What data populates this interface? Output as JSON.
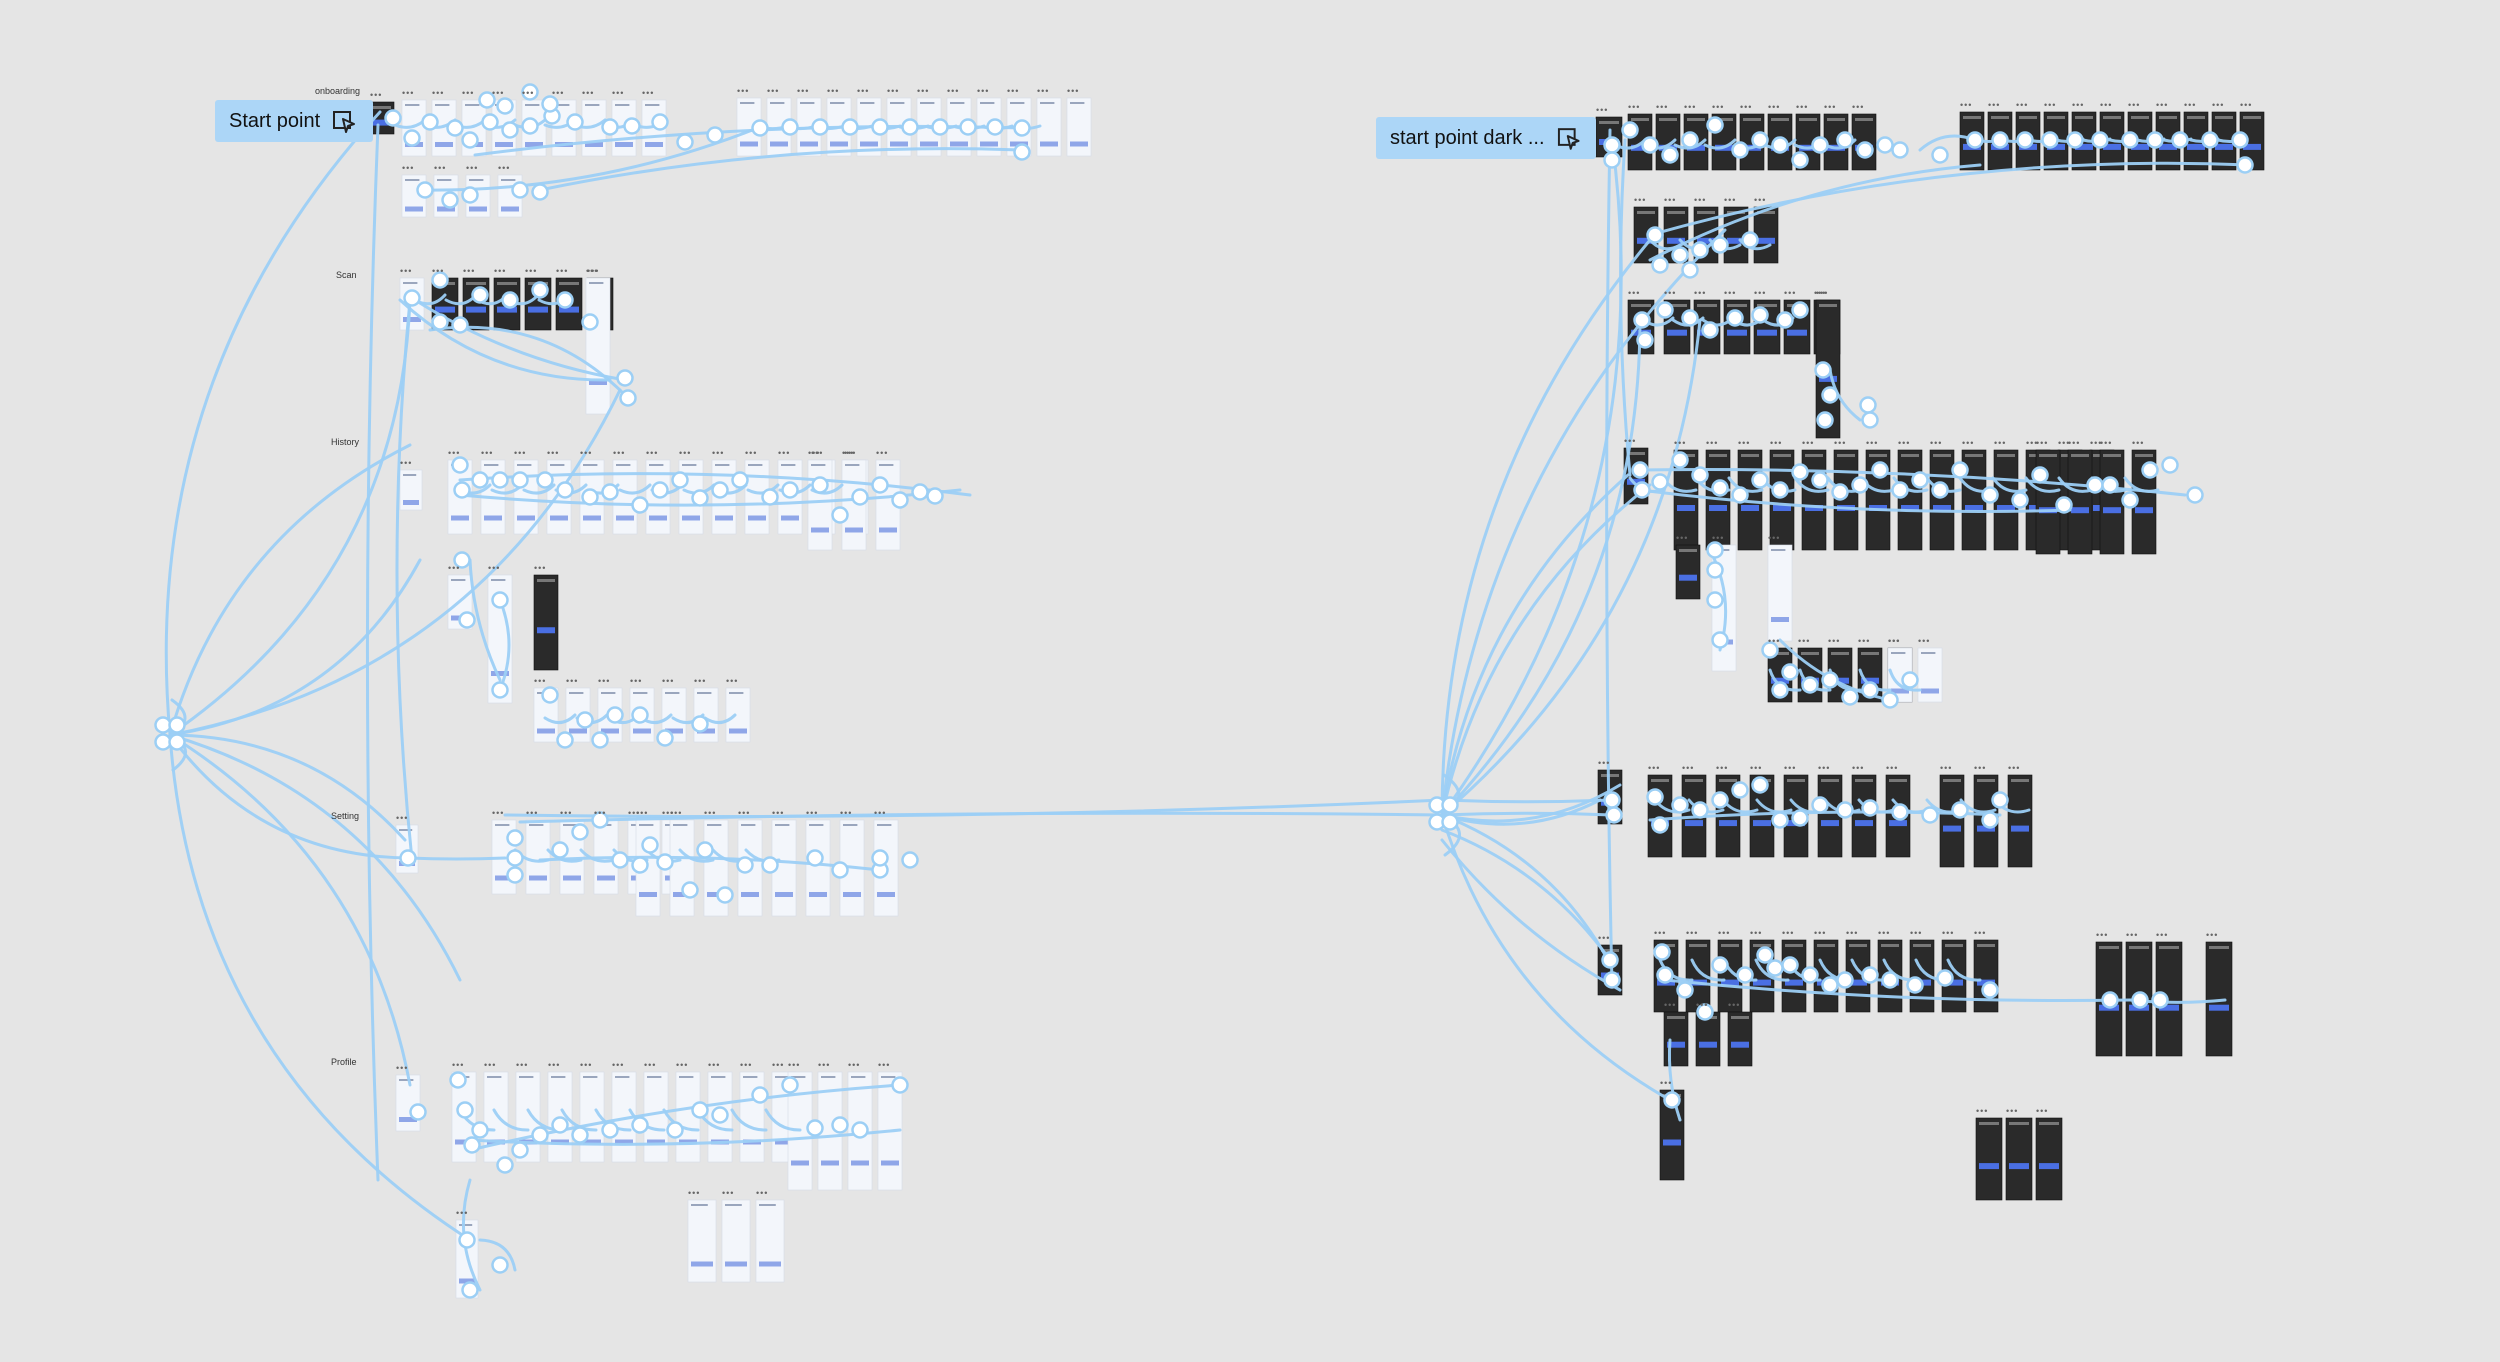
{
  "canvas": {
    "background": "#e5e5e5",
    "connector_color": "#9ccff5",
    "node_fill": "#ffffff",
    "light_frame_color": "#f3f6fb",
    "dark_frame_color": "#2a2a2a",
    "accent_blue": "#4a6fe3"
  },
  "flows": {
    "light": {
      "start_label": "Start point",
      "start_icon": "play-flow-icon",
      "sections": [
        "onboarding",
        "Scan",
        "History",
        "Setting",
        "Profile"
      ]
    },
    "dark": {
      "start_label": "start point dark ...",
      "start_icon": "play-flow-icon"
    }
  },
  "frame_title": "•••"
}
